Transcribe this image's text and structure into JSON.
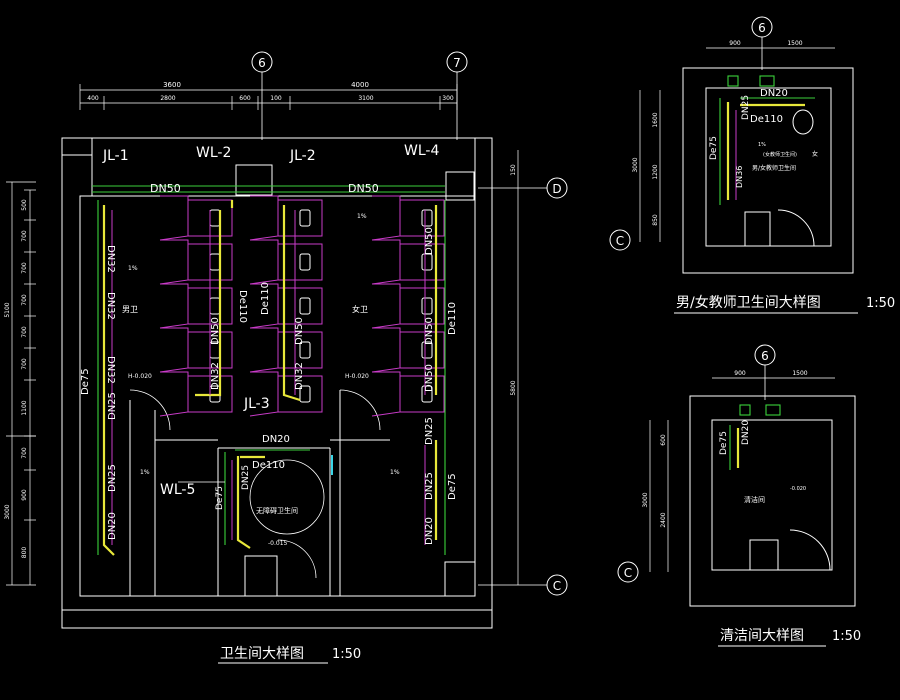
{
  "axes": {
    "a6": "6",
    "a7": "7",
    "aD": "D",
    "aC": "C"
  },
  "top_dims": {
    "d3600": "3600",
    "d4000": "4000",
    "d400a": "400",
    "d2800": "2800",
    "d600": "600",
    "d100": "100",
    "d3100": "3100",
    "d300": "300"
  },
  "left_dims": [
    "500",
    "700",
    "700",
    "700",
    "700",
    "700",
    "1100",
    "700",
    "900",
    "800"
  ],
  "left_total": "5100",
  "left_total2": "3000",
  "right_dims": {
    "r150": "150",
    "r5800": "5800"
  },
  "risers": {
    "jl1": "JL-1",
    "wl2": "WL-2",
    "jl2": "JL-2",
    "wl4": "WL-4",
    "jl3": "JL-3",
    "wl5": "WL-5"
  },
  "pipes": {
    "dn50": "DN50",
    "dn32": "DN32",
    "dn25": "DN25",
    "dn20": "DN20",
    "de110": "De110",
    "de75": "De75",
    "dn36": "DN36",
    "i1": "1%"
  },
  "rooms": {
    "men": "男卫",
    "women": "女卫",
    "accessible": "无障碍卫生间"
  },
  "levels": {
    "h1": "H-0.020",
    "h2": "H-0.020",
    "h3": "-0.015"
  },
  "titles": {
    "main": "卫生间大样图",
    "main_scale": "1:50",
    "teacher": "男/女教师卫生间大样图",
    "teacher_scale": "1:50",
    "clean": "清洁间大样图",
    "clean_scale": "1:50"
  },
  "teacher_dims": {
    "w900": "900",
    "w1500": "1500",
    "h1600": "1600",
    "h1200": "1200",
    "h3000": "3000",
    "h850": "850"
  },
  "teacher_note": {
    "n1": "(女教师卫生间)",
    "n2": "男/女教师卫生间",
    "n3": "女"
  },
  "clean_dims": {
    "w900": "900",
    "w1500": "1500",
    "h3000": "3000",
    "h2400": "2400",
    "h600": "600"
  },
  "clean_note": {
    "room": "清洁间",
    "lvl": "-0.020"
  }
}
